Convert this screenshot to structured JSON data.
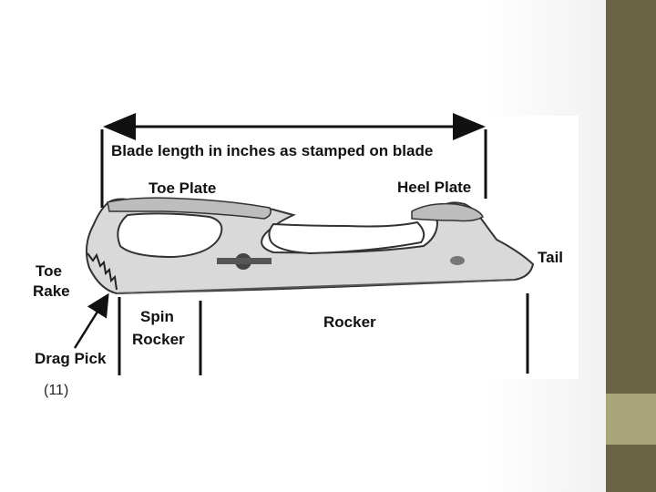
{
  "diagram": {
    "labels": {
      "blade_length": "Blade length in inches as stamped on blade",
      "toe_plate": "Toe Plate",
      "heel_plate": "Heel Plate",
      "tail": "Tail",
      "toe": "Toe",
      "rake": "Rake",
      "spin": "Spin",
      "rocker_spin": "Rocker",
      "rocker": "Rocker",
      "drag_pick": "Drag Pick"
    }
  },
  "caption": "(11)",
  "colors": {
    "sidebar_dark": "#6b6346",
    "sidebar_light": "#a9a67a",
    "blade_fill": "#d9d9d9",
    "line": "#111111"
  }
}
